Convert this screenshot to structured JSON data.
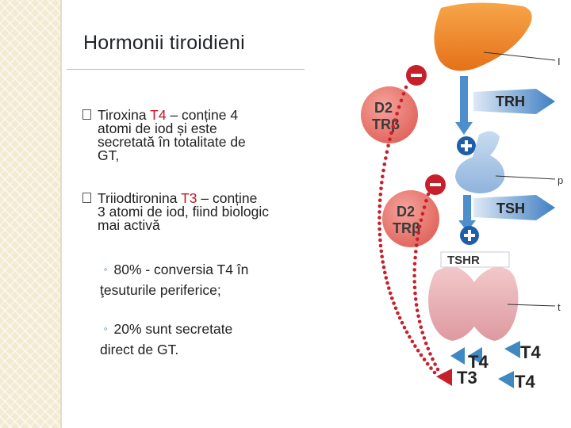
{
  "title": "Hormonii tiroidieni",
  "bullets": [
    {
      "pre": "Tiroxina ",
      "hl": "T4",
      "line1_rest": " – conține 4",
      "lines": [
        "atomi de iod și este",
        "secretată în totalitate de",
        "GT,"
      ]
    },
    {
      "pre": "Triiodtironina ",
      "hl": "T3",
      "line1_rest": " – conține",
      "lines": [
        "3 atomi de iod, fiind biologic",
        "mai activă"
      ]
    }
  ],
  "subbullets": [
    {
      "marker": "◦",
      "line1": "80% - conversia T4 în",
      "line2": "ţesuturile periferice;"
    },
    {
      "marker": "◦",
      "line1": "20% sunt secretate",
      "line2": "direct de GT."
    }
  ],
  "diagram": {
    "trh": "TRH",
    "tsh": "TSH",
    "tshr": "TSHR",
    "d2": "D2",
    "trb": "TRβ",
    "minus": "–",
    "plus": "+",
    "t4": "T4",
    "t3": "T3",
    "edge_labels": [
      "I",
      "p",
      "t"
    ],
    "colors": {
      "hypothalamus": "#f2892a",
      "pituitary": "#a8c6e6",
      "thyroid": "#e9b4b8",
      "arrow": "#4d8fcc",
      "minus": "#c8202a",
      "plus": "#1e5fa8",
      "d2": "#e8746c",
      "dots": "#c8202a"
    }
  }
}
